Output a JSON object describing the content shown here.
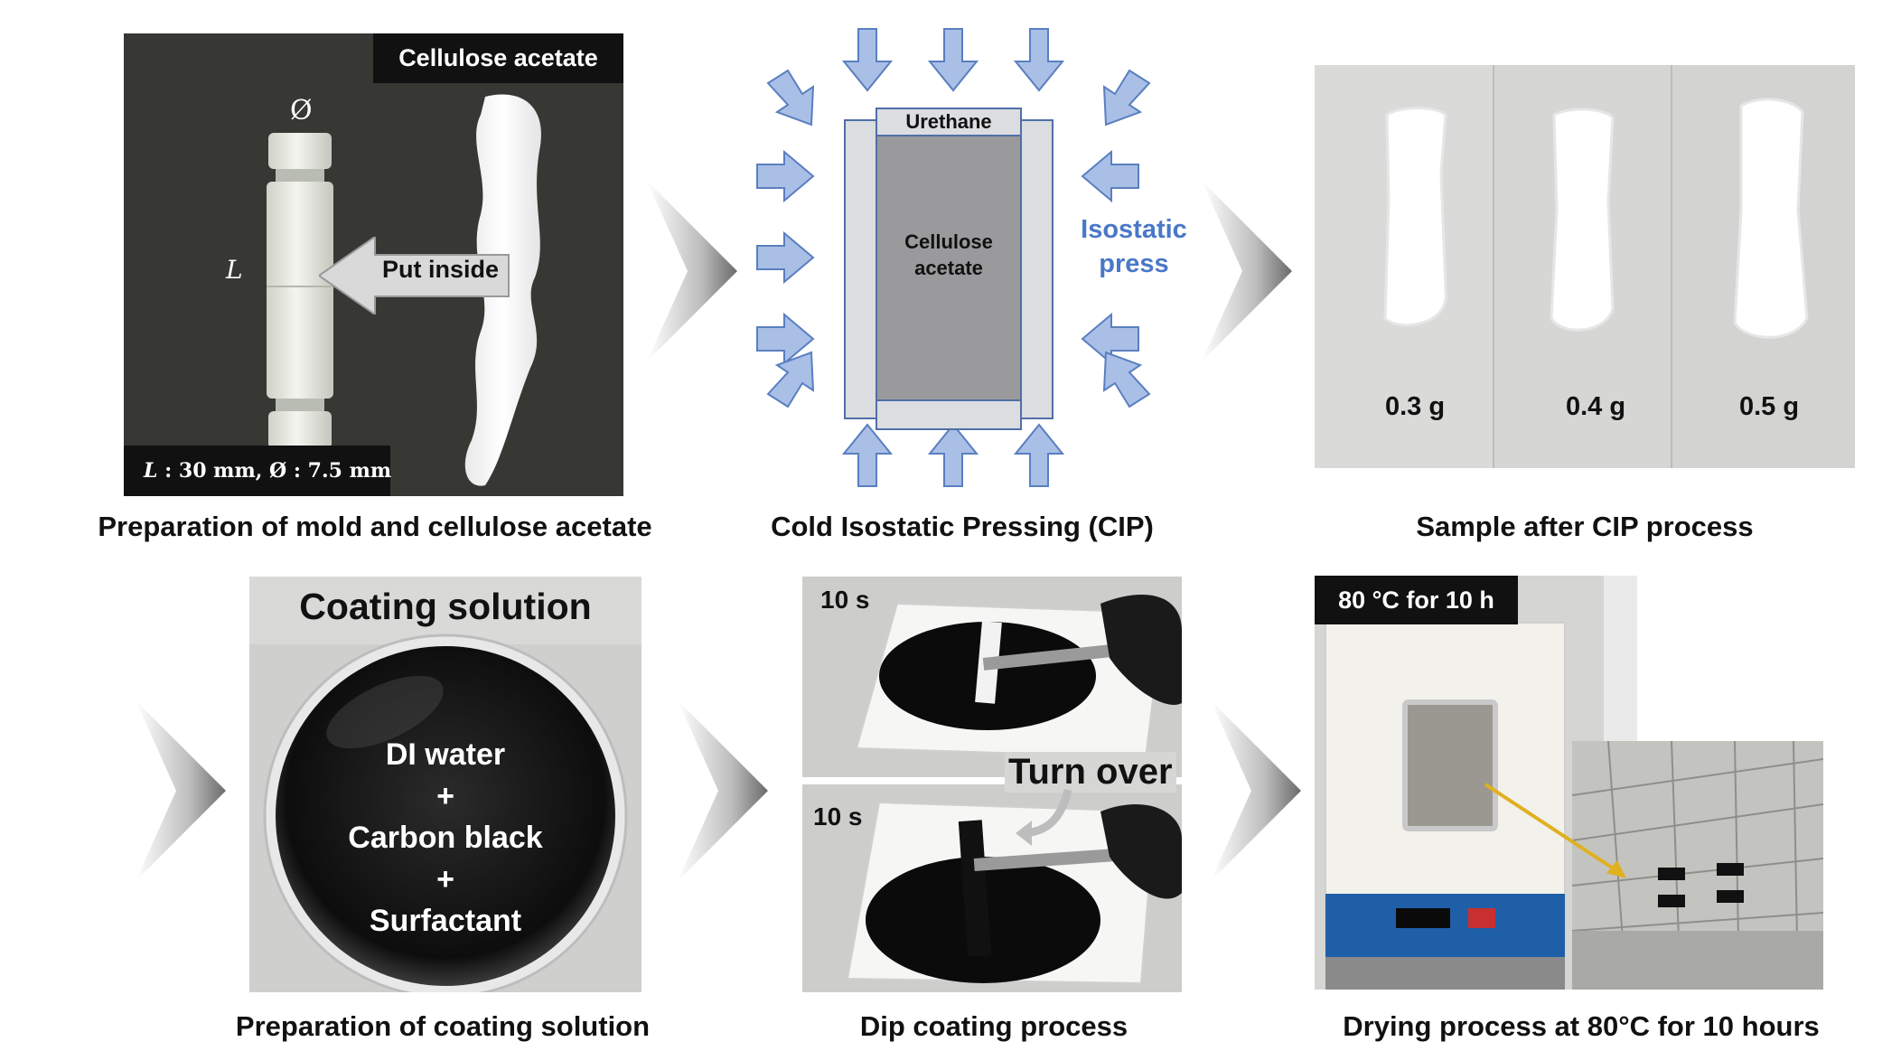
{
  "panels": {
    "mold": {
      "caption": "Preparation of mold and cellulose acetate",
      "badge": "Cellulose  acetate",
      "diameter_symbol": "Ø",
      "length_symbol": "L",
      "arrow_label": "Put inside",
      "dims_L": "L",
      "dims_text": " : 30 mm, Ø : 7.5 mm"
    },
    "cip": {
      "caption": "Cold Isostatic Pressing (CIP)",
      "urethane": "Urethane",
      "core_line1": "Cellulose",
      "core_line2": "acetate",
      "press_line1": "Isostatic",
      "press_line2": "press"
    },
    "sample": {
      "caption": "Sample after CIP process",
      "weights": [
        "0.3 g",
        "0.4 g",
        "0.5 g"
      ]
    },
    "coating": {
      "caption": "Preparation of coating solution",
      "title": "Coating solution",
      "lines": [
        "DI water",
        "+",
        "Carbon black",
        "+",
        "Surfactant"
      ]
    },
    "dip": {
      "caption": "Dip coating process",
      "time_top": "10 s",
      "time_bottom": "10 s",
      "turn_label": "Turn over"
    },
    "drying": {
      "caption": "Drying process at 80°C for 10 hours",
      "badge": "80 °C for 10 h"
    }
  },
  "colors": {
    "press_arrow": "#a9bfe6",
    "press_arrow_border": "#5a7fc0",
    "press_text": "#4a78c8",
    "flow_arrow": "#9a9a9a"
  }
}
